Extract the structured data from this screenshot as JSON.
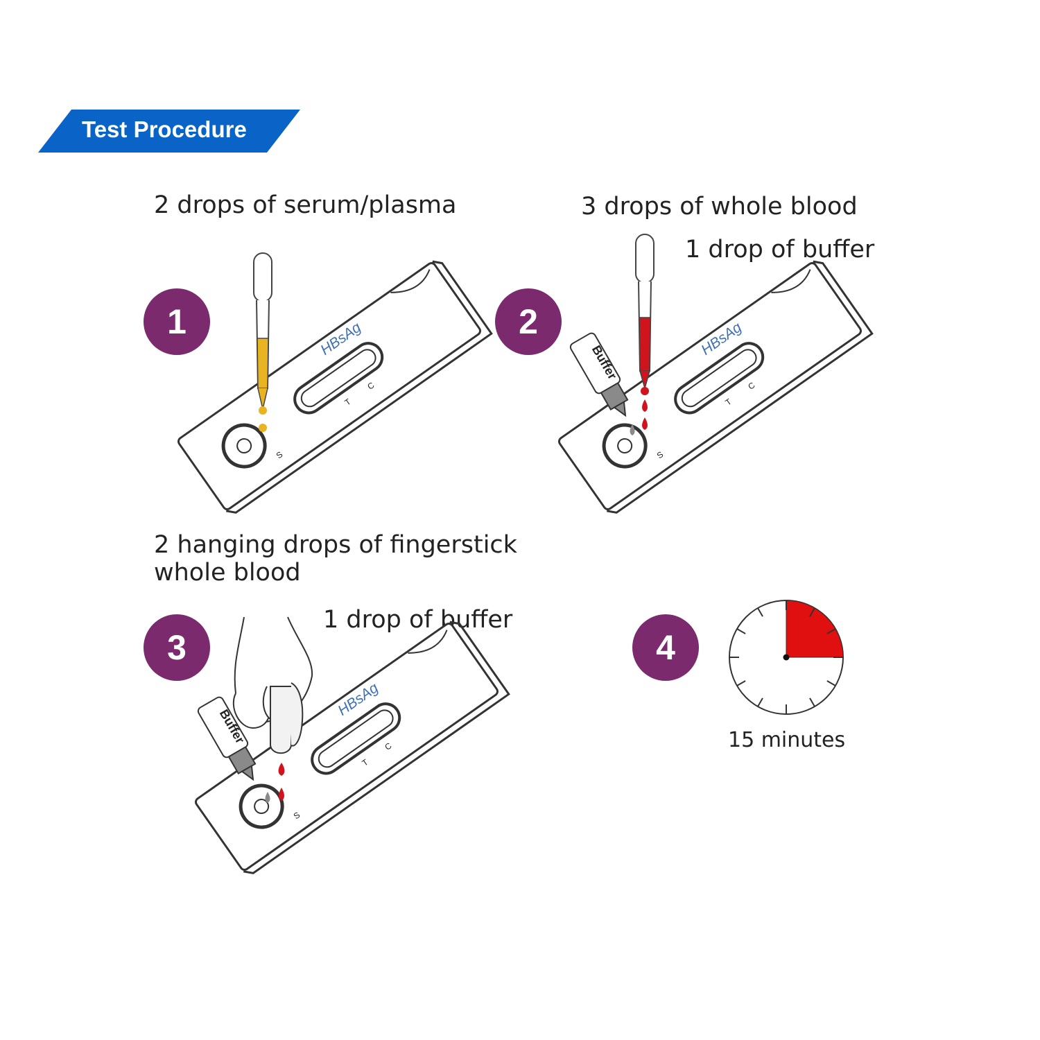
{
  "header": {
    "title": "Test Procedure",
    "banner_color": "#0a63c7"
  },
  "steps": [
    {
      "number": "1",
      "caption": "2 drops of serum/plasma",
      "cassette_label": "HBsAg",
      "sample_color": "#e8b422"
    },
    {
      "number": "2",
      "caption": "3 drops of  whole blood",
      "caption_2": "1 drop of buffer",
      "cassette_label": "HBsAg",
      "bottle_label": "Buffer",
      "sample_color": "#d0141e"
    },
    {
      "number": "3",
      "caption_line1": "2 hanging drops of fingerstick",
      "caption_line2": "whole blood",
      "caption_2": "1 drop of buffer",
      "cassette_label": "HBsAg",
      "bottle_label": "Buffer",
      "sample_color": "#d0141e"
    },
    {
      "number": "4",
      "timer_label": "15 minutes",
      "timer_fraction": 0.25,
      "timer_color": "#e01010"
    }
  ],
  "cassette_marks": {
    "control": "C",
    "test": "T",
    "sample": "S"
  },
  "badge_color": "#7b2a6d"
}
